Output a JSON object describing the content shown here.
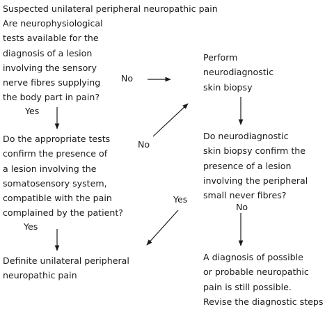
{
  "title": "Suspected unilateral peripheral neuropathic pain",
  "nodes": {
    "q1": {
      "lines": [
        "Are neurophysiological",
        "tests available for the",
        "diagnosis of a lesion",
        "involving the sensory",
        "nerve fibres supplying",
        "the body part in pain?"
      ]
    },
    "biopsy": {
      "lines": [
        "Perform",
        "neurodiagnostic",
        "skin biopsy"
      ]
    },
    "q2": {
      "lines": [
        "Do the appropriate tests",
        "confirm the presence of",
        "a lesion involving the",
        "somatosensory system,",
        "compatible with the pain",
        "complained by the patient?"
      ]
    },
    "q3": {
      "lines": [
        "Do neurodiagnostic",
        "skin biopsy confirm the",
        "presence of a lesion",
        "involving the peripheral",
        "small never fibres?"
      ]
    },
    "definite": {
      "lines": [
        "Definite unilateral peripheral",
        "neuropathic pain"
      ]
    },
    "possible": {
      "lines": [
        "A diagnosis of possible",
        "or probable neuropathic",
        "pain is still possible.",
        "Revise the diagnostic steps"
      ]
    }
  },
  "labels": {
    "q1_no": "No",
    "q1_yes": "Yes",
    "q2_no": "No",
    "q2_yes": "Yes",
    "q3_yes": "Yes",
    "q3_no": "No"
  }
}
